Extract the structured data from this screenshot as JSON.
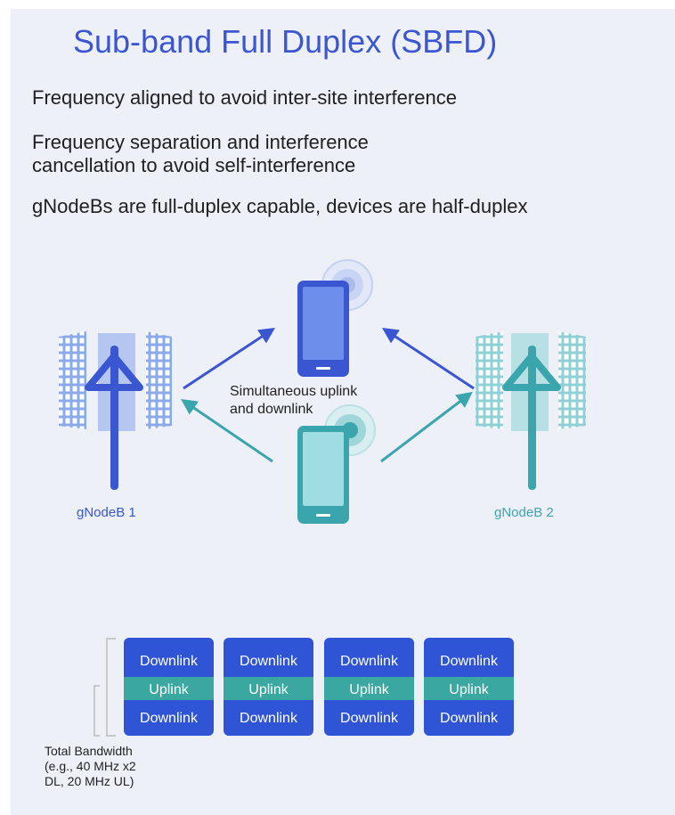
{
  "slide": {
    "title": "Sub-band Full Duplex (SBFD)",
    "bullets": [
      "Frequency aligned to avoid inter-site interference",
      "Frequency separation and interference",
      "cancellation to avoid self-interference",
      "gNodeBs are full-duplex capable, devices are half-duplex"
    ]
  },
  "diagram": {
    "center_label_line1": "Simultaneous uplink",
    "center_label_line2": "and downlink",
    "gnodeb_1": "gNodeB 1",
    "gnodeb_2": "gNodeB 2",
    "colors": {
      "blue": "#3a56d0",
      "teal": "#3ba5ad",
      "uplink_band": "#3aa8a0",
      "downlink_band": "#2f55d6"
    }
  },
  "bandwidth": {
    "blocks": [
      {
        "top": "Downlink",
        "mid": "Uplink",
        "bottom": "Downlink"
      },
      {
        "top": "Downlink",
        "mid": "Uplink",
        "bottom": "Downlink"
      },
      {
        "top": "Downlink",
        "mid": "Uplink",
        "bottom": "Downlink"
      },
      {
        "top": "Downlink",
        "mid": "Uplink",
        "bottom": "Downlink"
      }
    ],
    "note_lines": [
      "Total Bandwidth",
      "(e.g., 40 MHz x2",
      "DL, 20 MHz UL)"
    ]
  }
}
